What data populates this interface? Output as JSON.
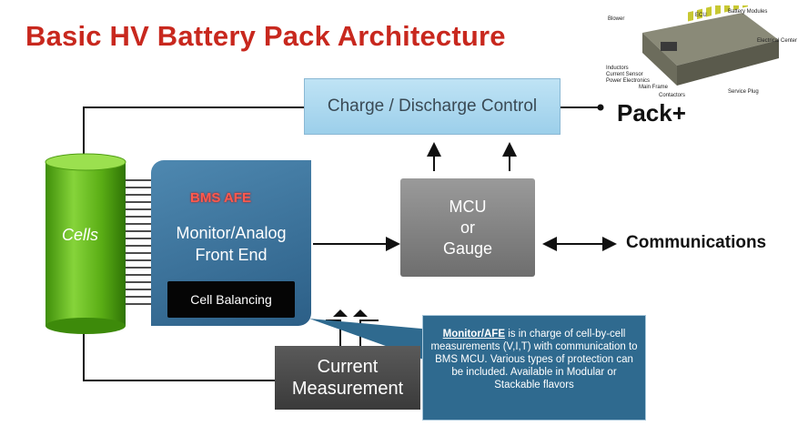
{
  "title": "Basic HV Battery Pack Architecture",
  "cells_label": "Cells",
  "charge_control": "Charge / Discharge Control",
  "pack_plus": "Pack+",
  "afe": {
    "title": "BMS AFE",
    "line1": "Monitor/Analog",
    "line2": "Front End",
    "balancing": "Cell Balancing"
  },
  "mcu": {
    "line1": "MCU",
    "line2": "or",
    "line3": "Gauge"
  },
  "communications": "Communications",
  "current": {
    "line1": "Current",
    "line2": "Measurement"
  },
  "callout": {
    "heading": "Monitor/AFE",
    "text": " is in charge of cell-by-cell measurements (V,I,T) with communication to BMS MCU. Various types of protection can be included. Available in Modular or Stackable flavors"
  },
  "photo_labels": {
    "blower": "Blower",
    "ecu": "ECU",
    "battery_modules": "Battery Modules",
    "electrical_center": "Electrical Center",
    "inductors": "Inductors",
    "current_sensor": "Current Sensor",
    "power_electronics": "Power Electronics",
    "main_frame": "Main Frame",
    "contactors": "Contactors",
    "service_plug": "Service Plug"
  },
  "colors": {
    "title_red": "#c8281e",
    "cells_green": "#66bb1c",
    "afe_blue": "#3a719a",
    "charge_blue": "#aad8ef",
    "mcu_gray": "#858585",
    "callout_blue": "#2f6a8f"
  }
}
